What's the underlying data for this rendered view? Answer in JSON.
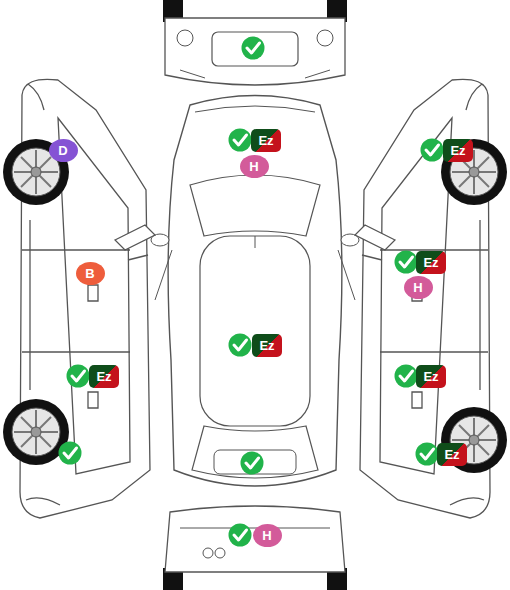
{
  "diagram": {
    "labels": [
      "Ez",
      "D",
      "Ez",
      "H",
      "Ez",
      "B",
      "H",
      "Ez",
      "Ez",
      "Ez",
      "Ez",
      "H"
    ]
  }
}
